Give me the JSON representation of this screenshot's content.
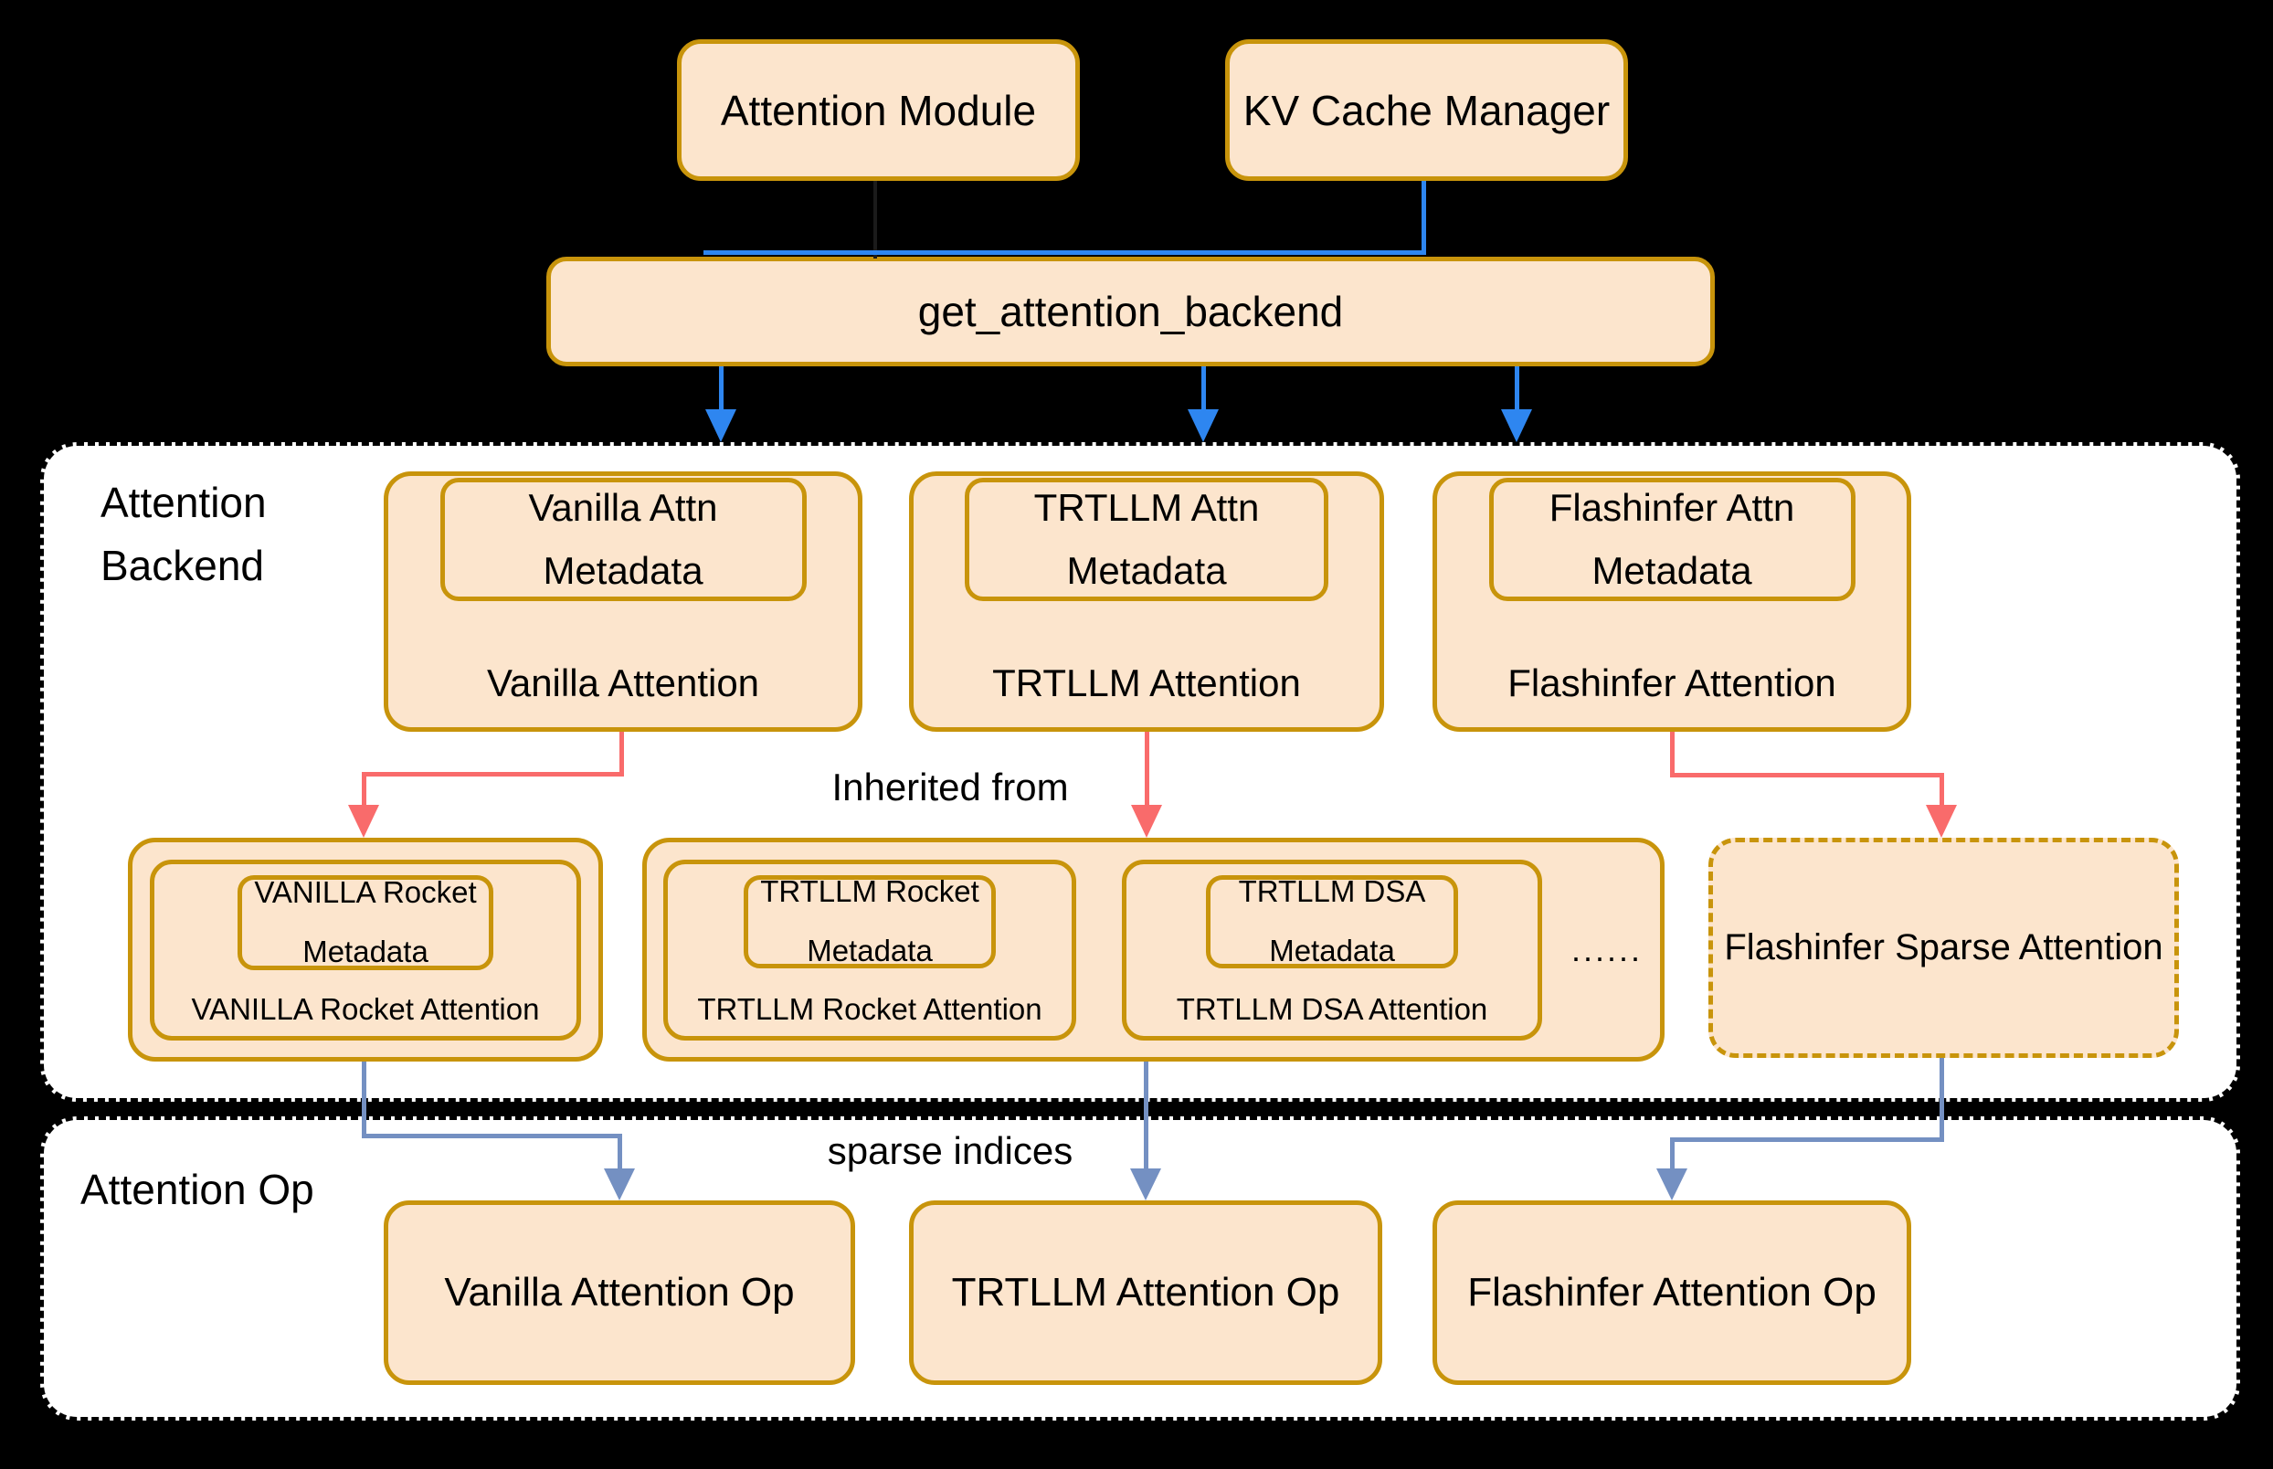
{
  "colors": {
    "background": "#000000",
    "node_fill": "#FCE5CD",
    "node_border": "#C8940B",
    "section_fill": "#FFFFFF",
    "arrow_blue": "#2E86F0",
    "arrow_red": "#F96B6B",
    "arrow_steel": "#7490C2",
    "text": "#000000"
  },
  "top": {
    "attention_module": "Attention Module",
    "kv_cache_manager": "KV Cache Manager",
    "get_attention_backend": "get_attention_backend"
  },
  "backend_section": {
    "label_line1": "Attention",
    "label_line2": "Backend",
    "inherited_label": "Inherited from",
    "backends": [
      {
        "meta1": "Vanilla Attn",
        "meta2": "Metadata",
        "title": "Vanilla Attention"
      },
      {
        "meta1": "TRTLLM Attn",
        "meta2": "Metadata",
        "title": "TRTLLM Attention"
      },
      {
        "meta1": "Flashinfer Attn",
        "meta2": "Metadata",
        "title": "Flashinfer Attention"
      }
    ],
    "derived": {
      "vanilla_rocket": {
        "meta1": "VANILLA Rocket",
        "meta2": "Metadata",
        "title": "VANILLA Rocket Attention"
      },
      "trtllm_variants": [
        {
          "meta1": "TRTLLM Rocket",
          "meta2": "Metadata",
          "title": "TRTLLM Rocket Attention"
        },
        {
          "meta1": "TRTLLM DSA",
          "meta2": "Metadata",
          "title": "TRTLLM DSA Attention"
        }
      ],
      "ellipsis": "......",
      "flashinfer_sparse": "Flashinfer Sparse Attention"
    }
  },
  "op_section": {
    "label": "Attention Op",
    "sparse_label": "sparse indices",
    "ops": [
      "Vanilla Attention Op",
      "TRTLLM Attention Op",
      "Flashinfer Attention Op"
    ]
  }
}
